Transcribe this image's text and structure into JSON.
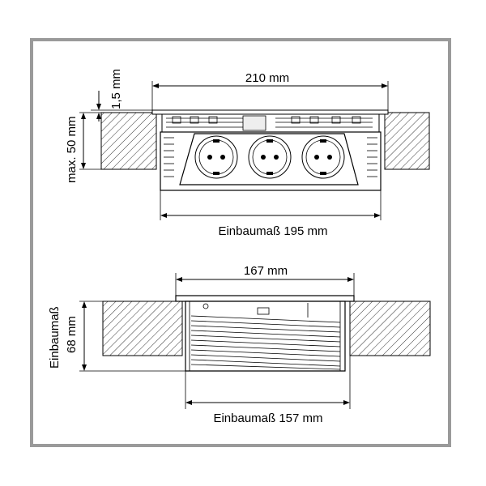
{
  "top_view": {
    "width_label": "210 mm",
    "flange_label": "1,5 mm",
    "depth_label": "max. 50 mm",
    "cutout_label": "Einbaumaß 195 mm",
    "sockets_count": 3
  },
  "bottom_view": {
    "width_label": "167 mm",
    "height_label_line1": "Einbaumaß",
    "height_label_line2": "68 mm",
    "cutout_label": "Einbaumaß 157 mm"
  },
  "colors": {
    "frame": "#9a9a9a",
    "line": "#000000"
  }
}
